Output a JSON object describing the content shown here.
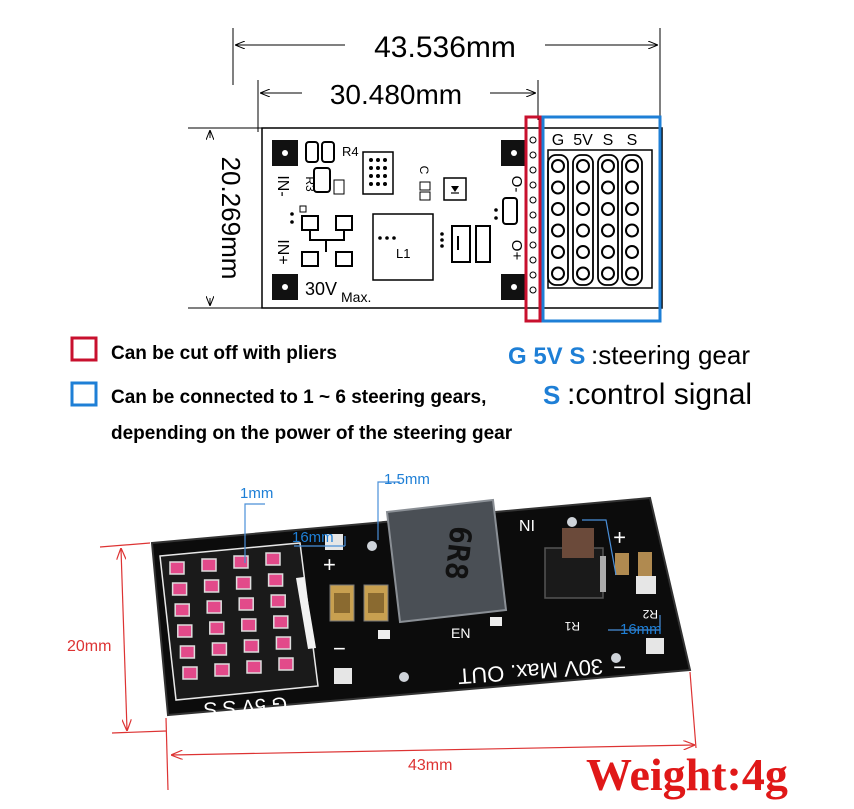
{
  "dimensions": {
    "overall_width": "43.536mm",
    "pcb_width": "30.480mm",
    "height": "20.269mm"
  },
  "schematic": {
    "label_in_minus": "IN-",
    "label_in_plus": "IN+",
    "label_o_minus": "O-",
    "label_o_plus": "O+",
    "label_r4": "R4",
    "label_r3": "R3",
    "label_l1": "L1",
    "label_c": "C",
    "label_vmax_main": "30V",
    "label_vmax_sub": "Max.",
    "header_cols": [
      "G",
      "5V",
      "S",
      "S"
    ]
  },
  "legend": {
    "red_box_text": "Can be cut off with pliers",
    "blue_box_text_line1": "Can be connected to 1 ~ 6 steering gears,",
    "blue_box_text_line2": "depending on the power of the steering gear",
    "red_color": "#c8102e",
    "blue_color": "#1e7fd6"
  },
  "pin_notes": {
    "g5vs_key": "G 5V S",
    "g5vs_value": ":steering gear",
    "s_key": "S",
    "s_value": ":control signal"
  },
  "photo_dims": {
    "pad_1mm": "1mm",
    "pad_1_5mm": "1.5mm",
    "left_16mm": "16mm",
    "right_16mm": "16mm",
    "height_20mm": "20mm",
    "width_43mm": "43mm"
  },
  "photo_board": {
    "inductor_marking": "6R8",
    "silk_out": "30V Max. OUT",
    "silk_in": "IN",
    "silk_en": "EN",
    "silk_r1": "R1",
    "silk_r2": "R2",
    "silk_pins": "G 5V S S",
    "plus": "+",
    "minus": "−"
  },
  "weight": "Weight:4g"
}
